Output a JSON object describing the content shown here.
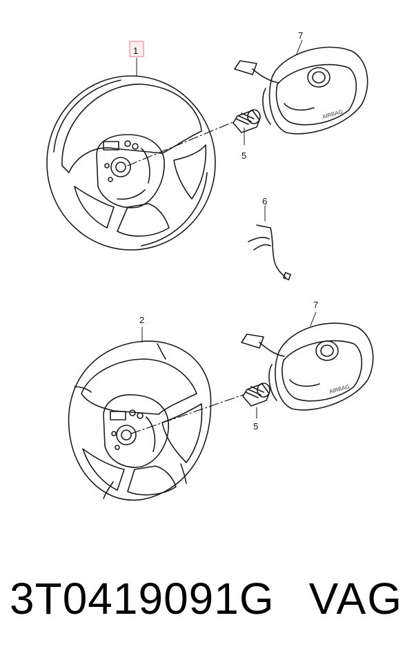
{
  "diagram": {
    "callouts": {
      "c1": "1",
      "c2": "2",
      "c5a": "5",
      "c5b": "5",
      "c6": "6",
      "c7a": "7",
      "c7b": "7"
    },
    "airbag_text_a": "AIRBAG",
    "airbag_text_b": "AIRBAG",
    "highlight_color": "#e8a0b0"
  },
  "caption": {
    "part_number": "3T0419091G",
    "brand": "VAG"
  }
}
